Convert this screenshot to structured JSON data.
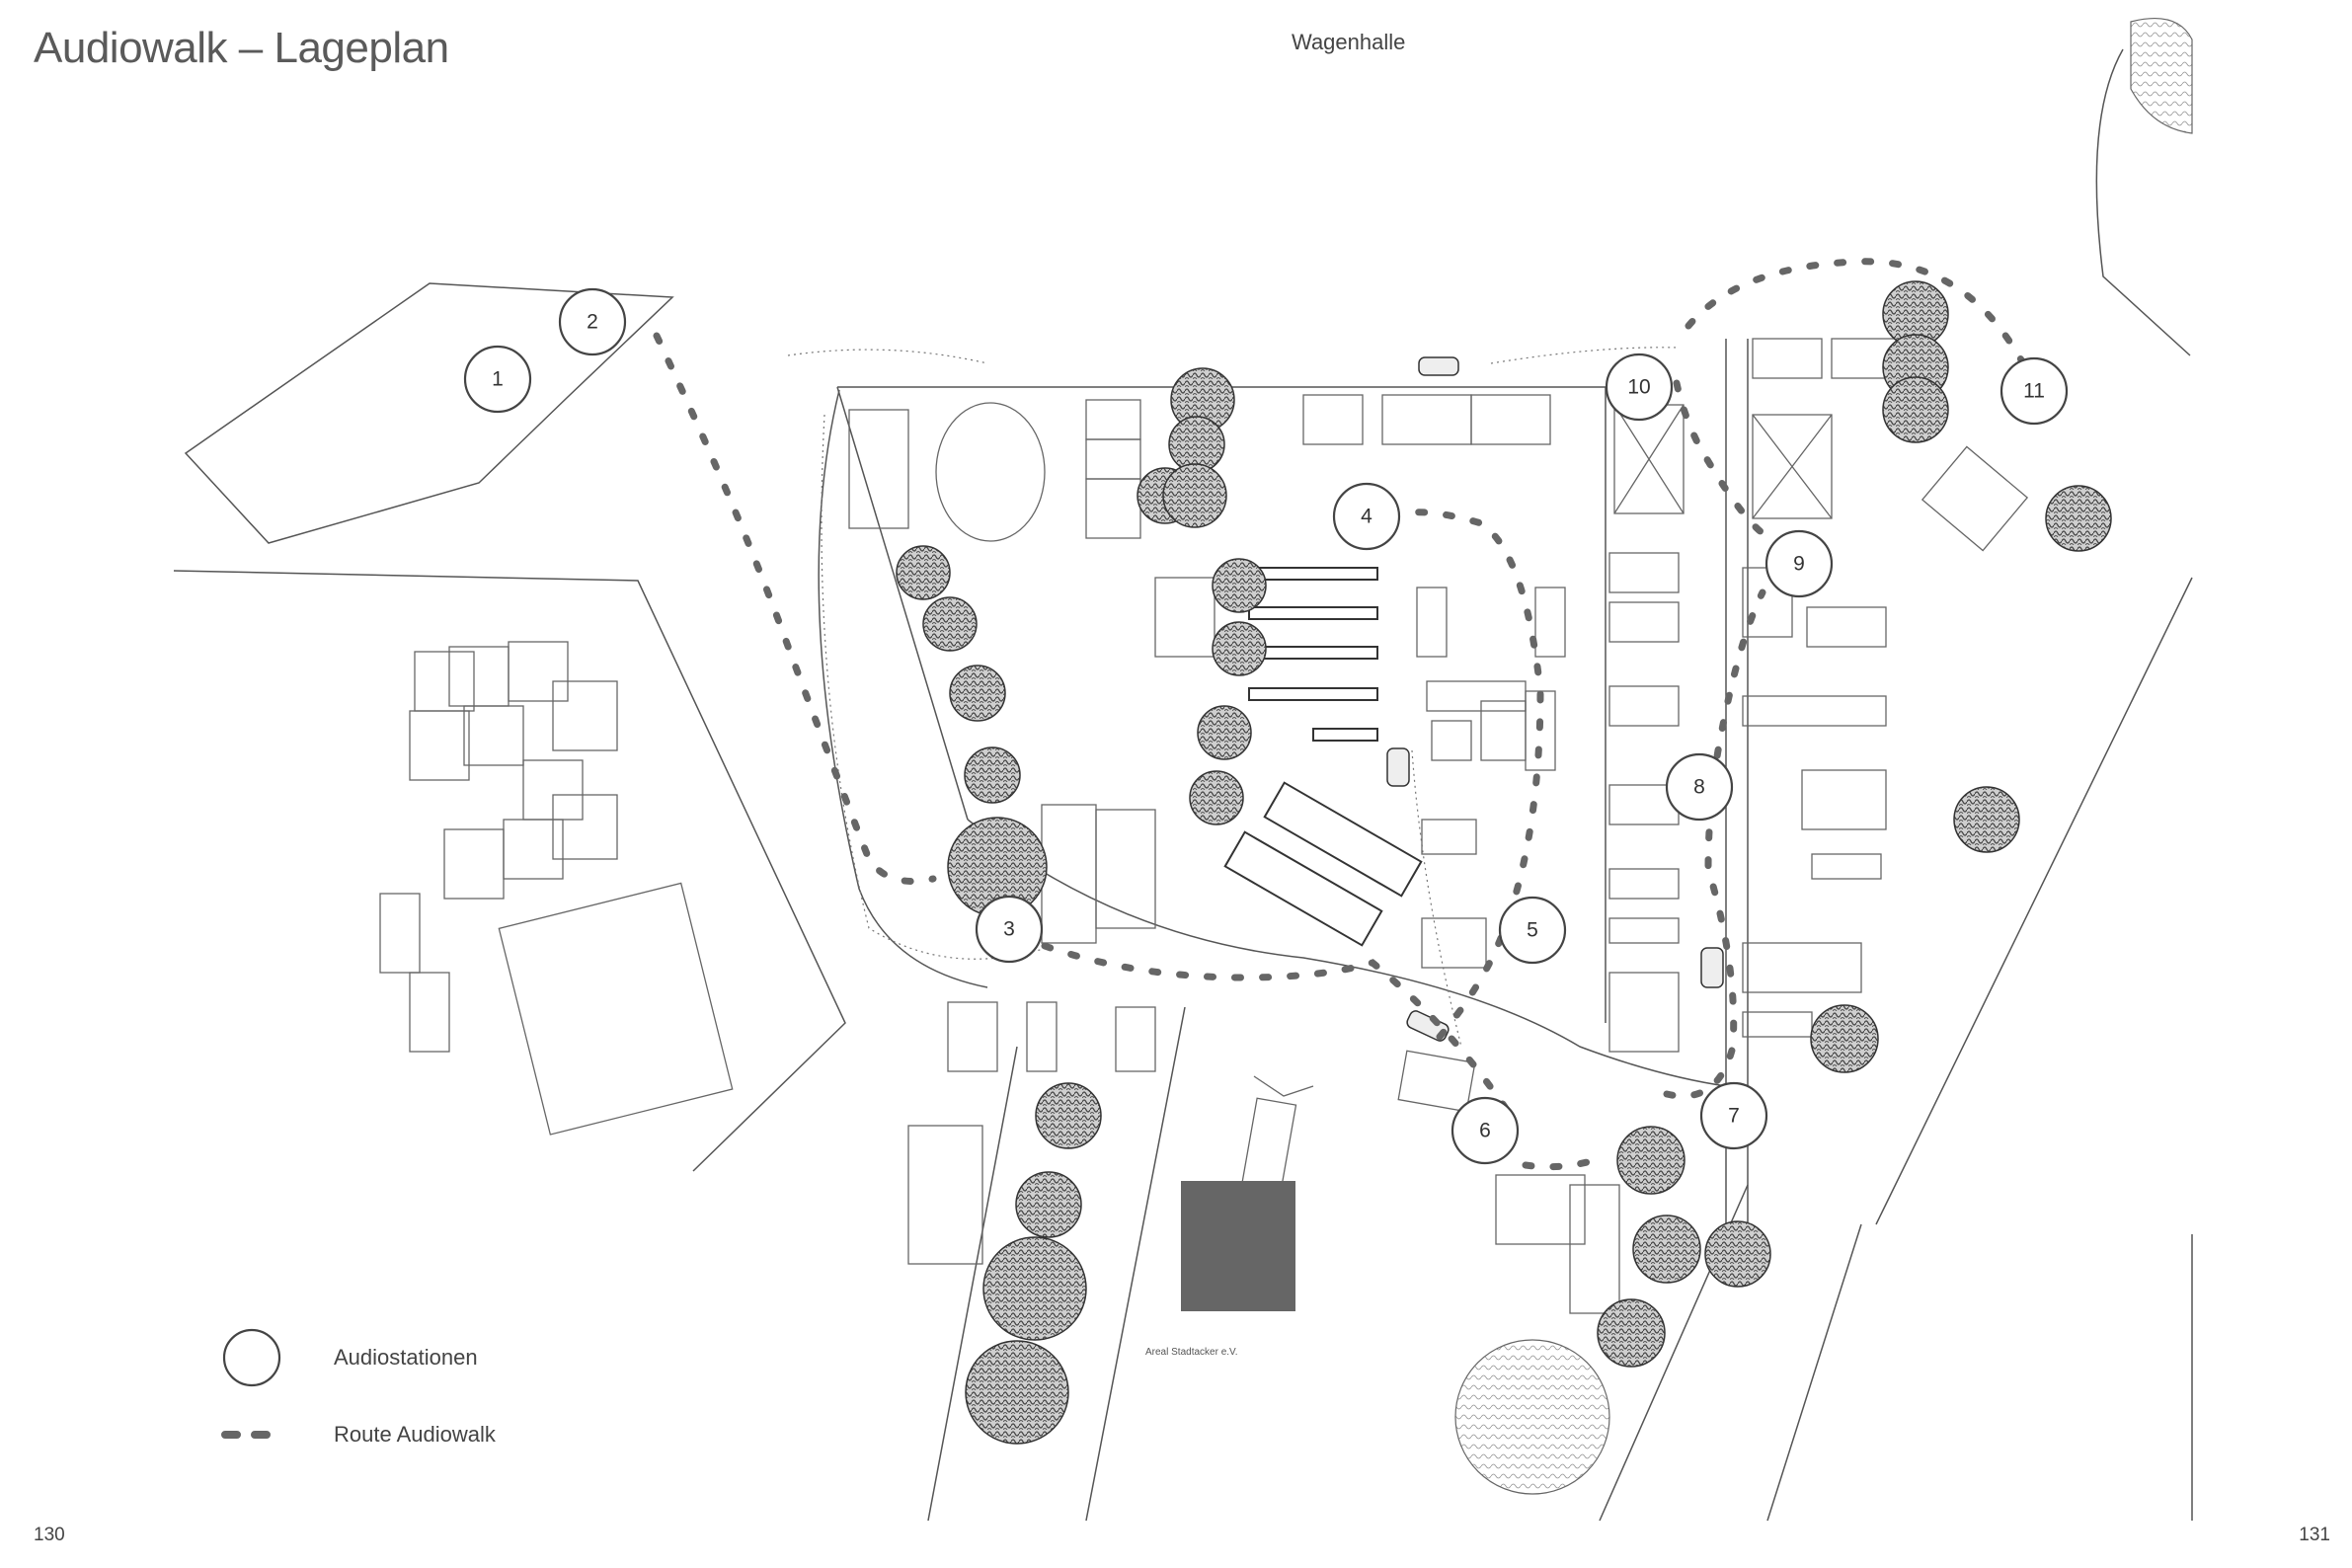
{
  "header": {
    "title": "Audiowalk – Lageplan",
    "top_label": "Wagenhalle"
  },
  "map": {
    "area_label": "Areal Stadtacker e.V.",
    "stations": [
      "1",
      "2",
      "3",
      "4",
      "5",
      "6",
      "7",
      "8",
      "9",
      "10",
      "11"
    ]
  },
  "legend": {
    "stations_label": "Audiostationen",
    "route_label": "Route Audiowalk"
  },
  "footer": {
    "page_left": "130",
    "page_right": "131"
  },
  "colors": {
    "lines": "#555555",
    "route": "#666666",
    "block": "#666666",
    "tree_fill": "#8a8a8a"
  }
}
